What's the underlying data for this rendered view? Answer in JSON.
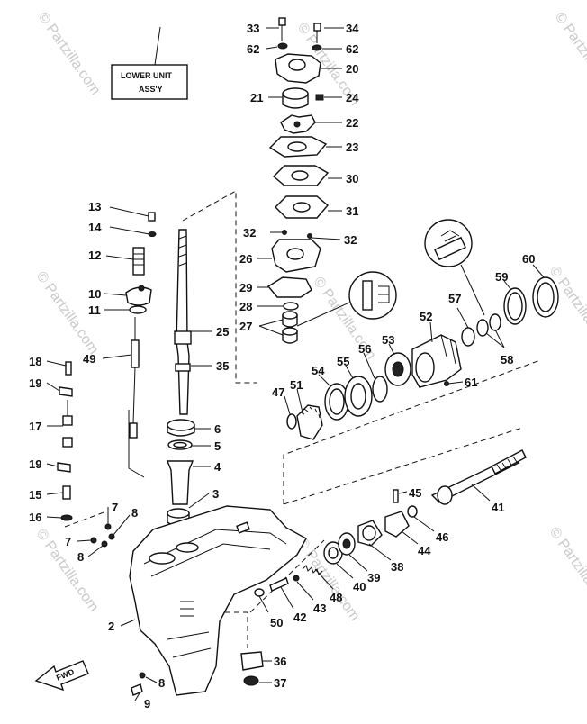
{
  "labels": [
    {
      "text": "33"
    },
    {
      "text": "34"
    },
    {
      "text": "62"
    },
    {
      "text": "62"
    },
    {
      "text": "20"
    },
    {
      "text": "21"
    },
    {
      "text": "24"
    },
    {
      "text": "22"
    },
    {
      "text": "23"
    },
    {
      "text": "30"
    },
    {
      "text": "31"
    },
    {
      "text": "32"
    },
    {
      "text": "32"
    },
    {
      "text": "26"
    },
    {
      "text": "29"
    },
    {
      "text": "28"
    },
    {
      "text": "27"
    },
    {
      "text": "25"
    },
    {
      "text": "35"
    },
    {
      "text": "13"
    },
    {
      "text": "14"
    },
    {
      "text": "12"
    },
    {
      "text": "10"
    },
    {
      "text": "11"
    },
    {
      "text": "49"
    },
    {
      "text": "18"
    },
    {
      "text": "19"
    },
    {
      "text": "17"
    },
    {
      "text": "19"
    },
    {
      "text": "15"
    },
    {
      "text": "16"
    },
    {
      "text": "6"
    },
    {
      "text": "5"
    },
    {
      "text": "4"
    },
    {
      "text": "3"
    },
    {
      "text": "7"
    },
    {
      "text": "8"
    },
    {
      "text": "7"
    },
    {
      "text": "8"
    },
    {
      "text": "2"
    },
    {
      "text": "8"
    },
    {
      "text": "9"
    },
    {
      "text": "36"
    },
    {
      "text": "37"
    },
    {
      "text": "50"
    },
    {
      "text": "42"
    },
    {
      "text": "43"
    },
    {
      "text": "48"
    },
    {
      "text": "40"
    },
    {
      "text": "39"
    },
    {
      "text": "38"
    },
    {
      "text": "44"
    },
    {
      "text": "46"
    },
    {
      "text": "45"
    },
    {
      "text": "41"
    },
    {
      "text": "47"
    },
    {
      "text": "51"
    },
    {
      "text": "54"
    },
    {
      "text": "55"
    },
    {
      "text": "56"
    },
    {
      "text": "53"
    },
    {
      "text": "52"
    },
    {
      "text": "61"
    },
    {
      "text": "57"
    },
    {
      "text": "58"
    },
    {
      "text": "59"
    },
    {
      "text": "60"
    }
  ],
  "assembly_box": {
    "line1": "LOWER UNIT",
    "line2": "ASS'Y"
  },
  "watermarks": [
    {
      "text": "© Partzilla.com"
    },
    {
      "text": "© Partzilla.com"
    },
    {
      "text": "© Partzilla.com"
    },
    {
      "text": "© Partzilla.com"
    },
    {
      "text": "© Partzilla.com"
    },
    {
      "text": "© Partzilla.com"
    },
    {
      "text": "© Partzilla.com"
    },
    {
      "text": "© Partzilla.com"
    },
    {
      "text": "© Partzilla.com"
    }
  ],
  "fwd_arrow": {
    "text": "FWD"
  },
  "colors": {
    "ink": "#111111",
    "watermark": "#c9c9c9",
    "paper": "#ffffff"
  }
}
